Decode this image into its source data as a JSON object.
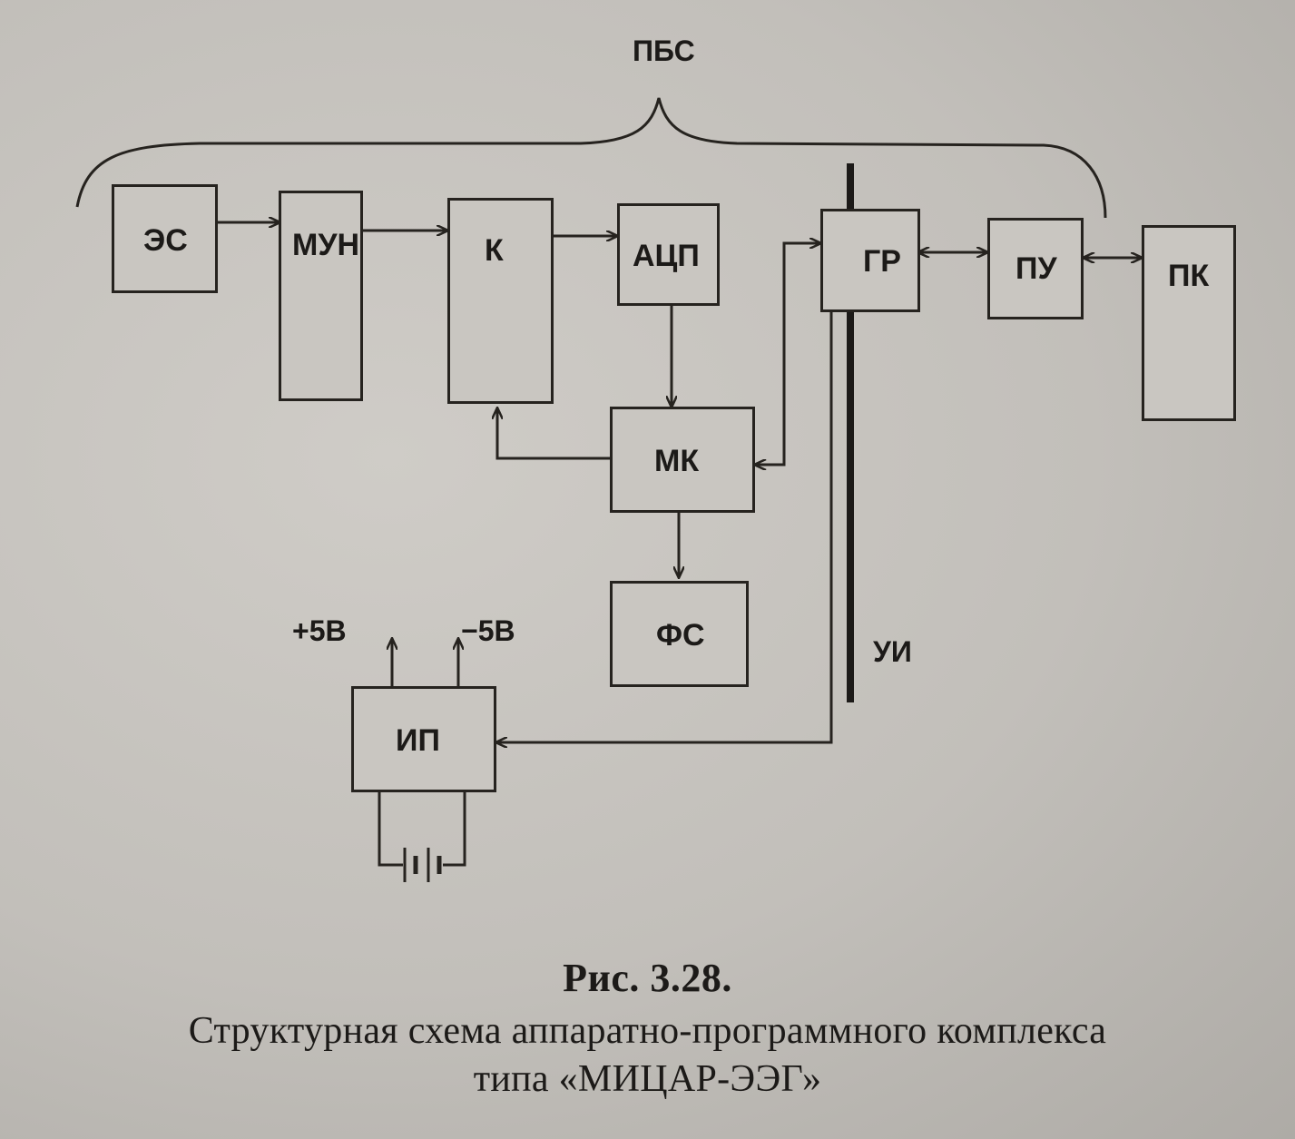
{
  "diagram": {
    "group_label": "ПБС",
    "blocks": {
      "es": "ЭС",
      "mun": "МУН",
      "k": "К",
      "acp": "АЦП",
      "gr": "ГР",
      "pu": "ПУ",
      "pk": "ПК",
      "mk": "МК",
      "fs": "ФС",
      "ip": "ИП"
    },
    "bus_label": "УИ",
    "supply_plus": "+5В",
    "supply_minus": "−5В"
  },
  "caption": {
    "figure_number": "Рис. 3.28.",
    "line1": "Структурная схема аппаратно-программного комплекса",
    "line2": "типа «МИЦАР-ЭЭГ»"
  }
}
